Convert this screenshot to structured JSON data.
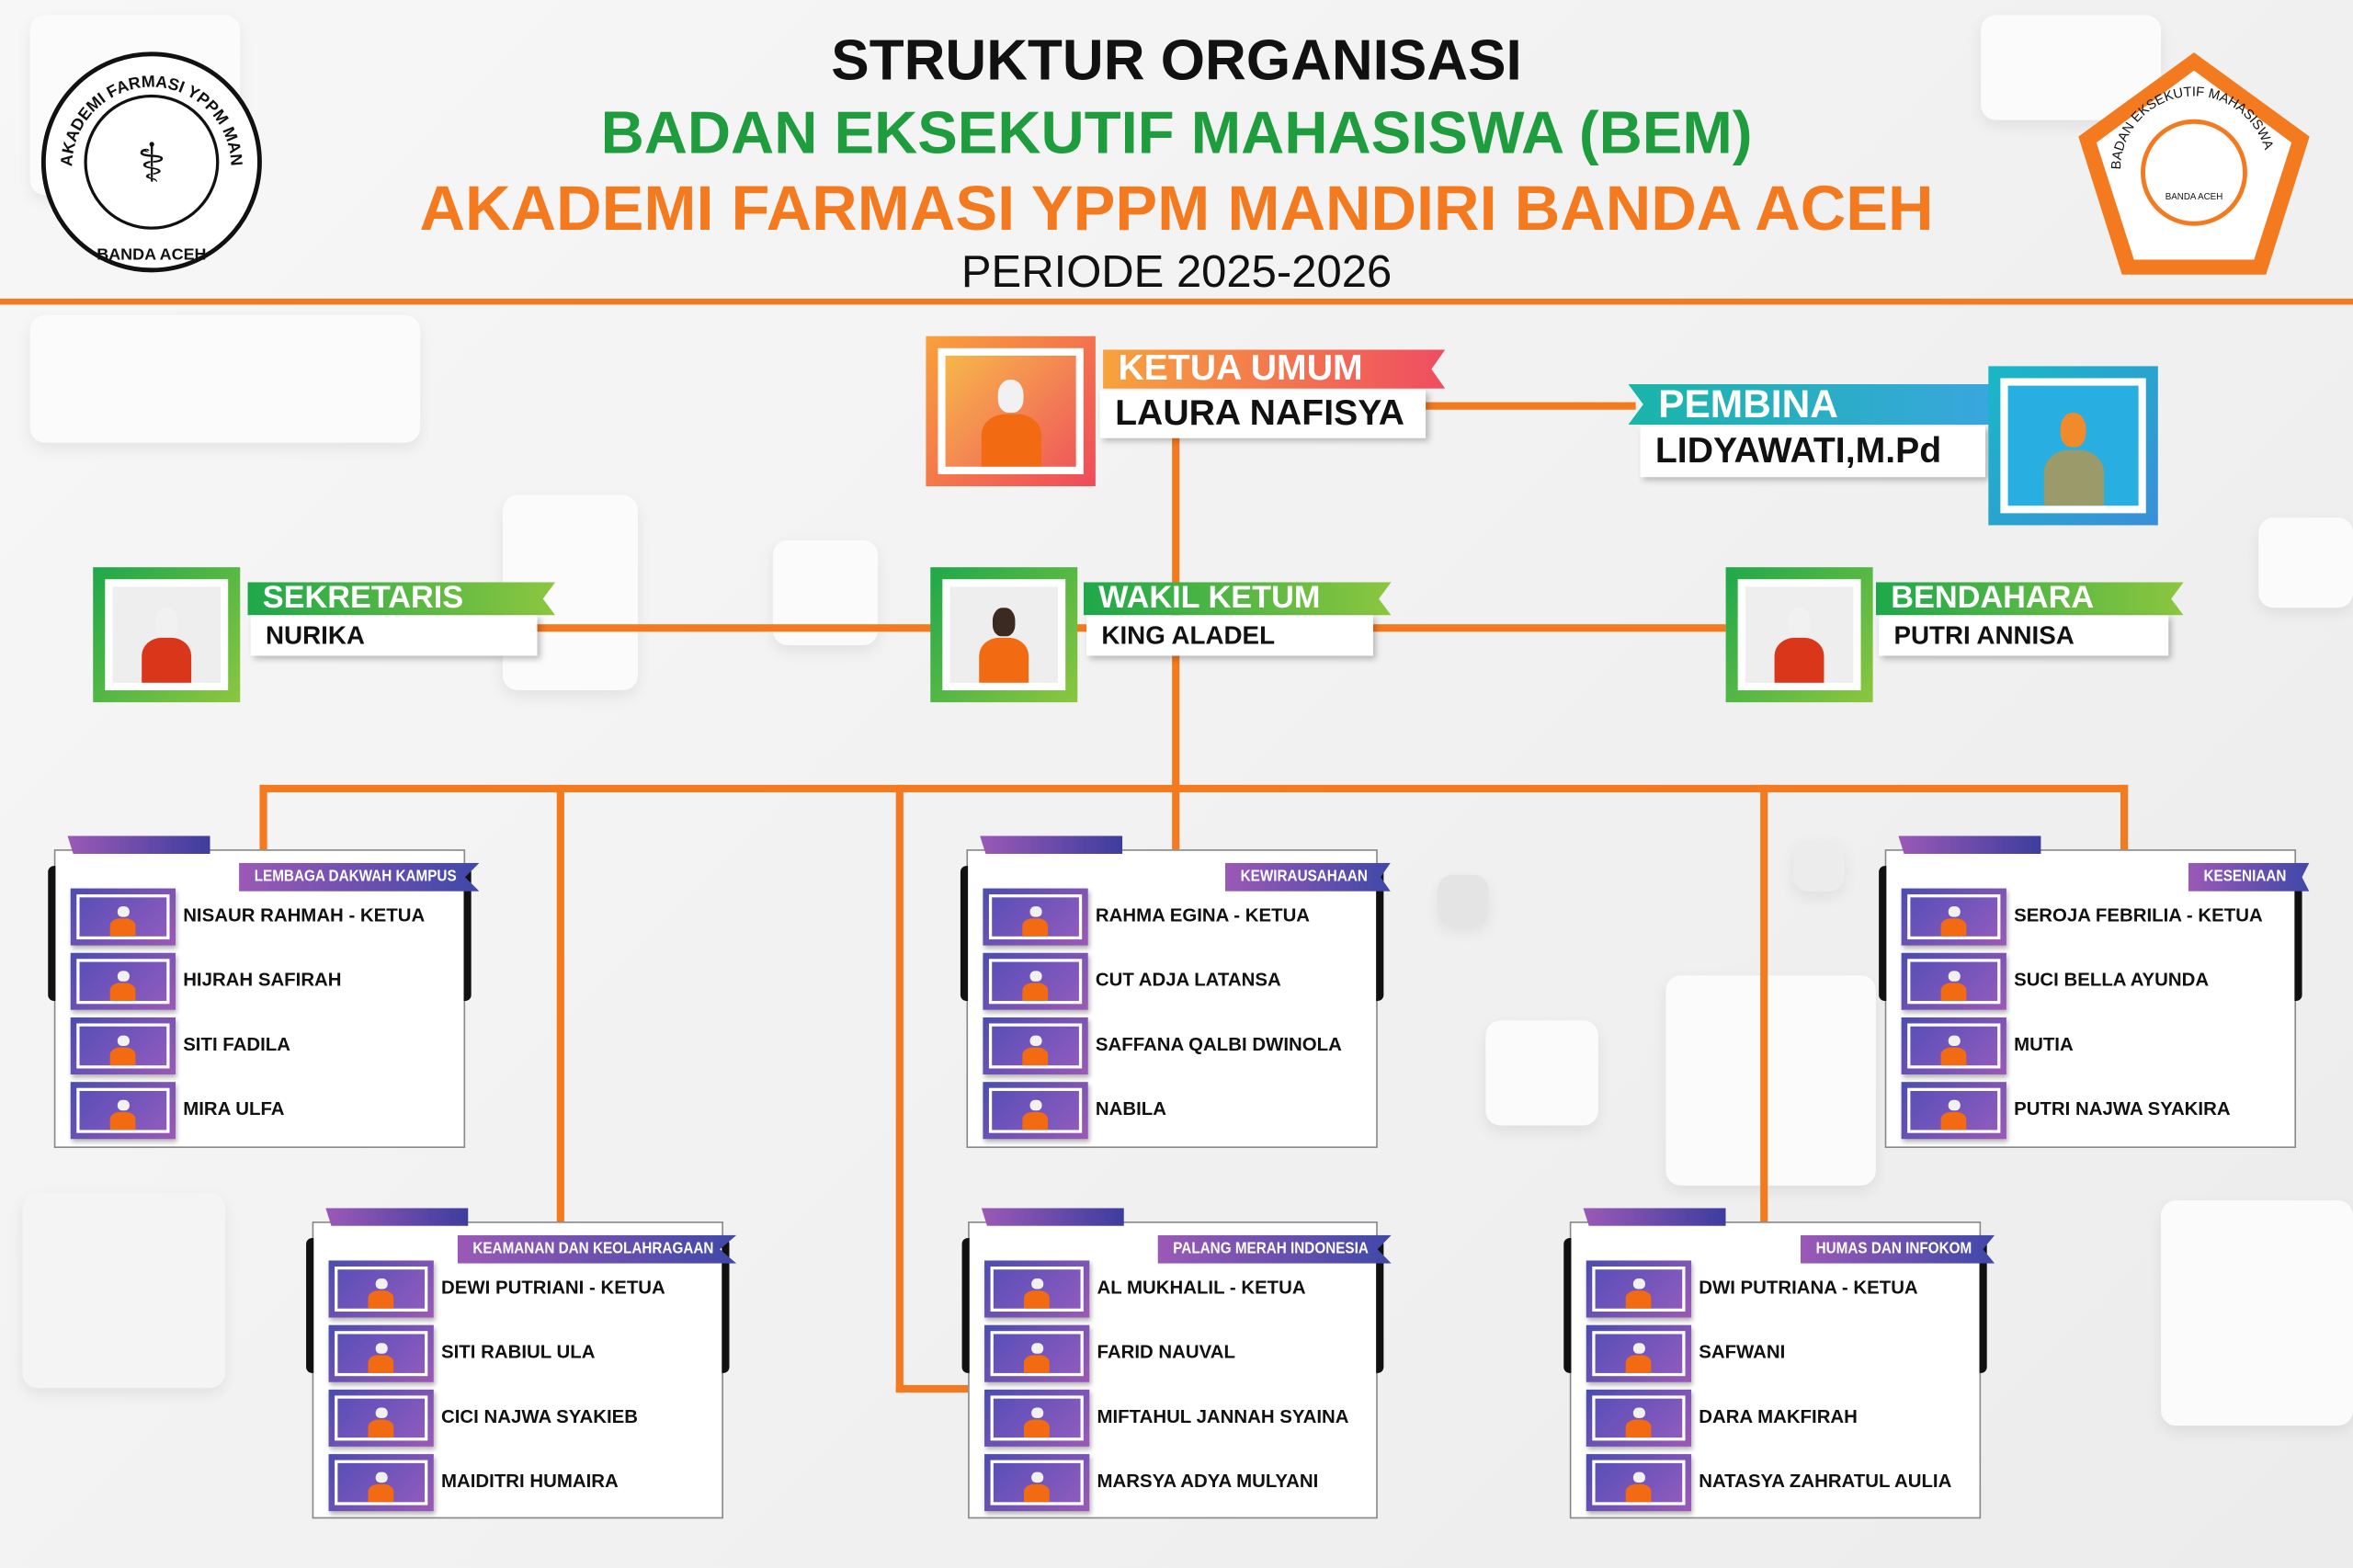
{
  "header": {
    "line1": "STRUKTUR ORGANISASI",
    "line2": "BADAN EKSEKUTIF MAHASISWA (BEM)",
    "line3": "AKADEMI FARMASI YPPM MANDIRI BANDA ACEH",
    "line4": "PERIODE 2025-2026",
    "left_logo_text": "AKADEMI FARMASI YPPM MANDIRI",
    "left_logo_bottom": "BANDA ACEH",
    "right_logo_text": "BADAN EKSEKUTIF MAHASISWA",
    "right_logo_bottom": "BANDA ACEH"
  },
  "colors": {
    "orange": "#f47a20",
    "green": "#1e9c3e",
    "purple": "#8e5bbd",
    "teal": "#1fb8c4"
  },
  "ketua": {
    "role": "KETUA UMUM",
    "name": "LAURA NAFISYA"
  },
  "pembina": {
    "role": "PEMBINA",
    "name": "LIDYAWATI,M.Pd"
  },
  "sekretaris": {
    "role": "SEKRETARIS",
    "name": "NURIKA"
  },
  "wakil": {
    "role": "WAKIL KETUM",
    "name": "KING ALADEL"
  },
  "bendahara": {
    "role": "BENDAHARA",
    "name": "PUTRI ANNISA"
  },
  "divisions": [
    {
      "title": "LEMBAGA DAKWAH KAMPUS",
      "members": [
        "NISAUR RAHMAH - KETUA",
        "HIJRAH SAFIRAH",
        "SITI FADILA",
        "MIRA ULFA"
      ]
    },
    {
      "title": "KEWIRAUSAHAAN",
      "members": [
        "RAHMA EGINA - KETUA",
        "CUT ADJA LATANSA",
        "SAFFANA QALBI DWINOLA",
        "NABILA"
      ]
    },
    {
      "title": "KESENIAAN",
      "members": [
        "SEROJA FEBRILIA - KETUA",
        "SUCI BELLA AYUNDA",
        "MUTIA",
        "PUTRI NAJWA SYAKIRA"
      ]
    },
    {
      "title": "KEAMANAN DAN KEOLAHRAGAAN",
      "members": [
        "DEWI PUTRIANI - KETUA",
        "SITI RABIUL ULA",
        "CICI NAJWA SYAKIEB",
        "MAIDITRI HUMAIRA"
      ]
    },
    {
      "title": "PALANG MERAH INDONESIA",
      "members": [
        "AL MUKHALIL - KETUA",
        "FARID NAUVAL",
        "MIFTAHUL JANNAH SYAINA",
        "MARSYA ADYA MULYANI"
      ]
    },
    {
      "title": "HUMAS DAN INFOKOM",
      "members": [
        "DWI PUTRIANA - KETUA",
        "SAFWANI",
        "DARA MAKFIRAH",
        "NATASYA ZAHRATUL AULIA"
      ]
    }
  ]
}
